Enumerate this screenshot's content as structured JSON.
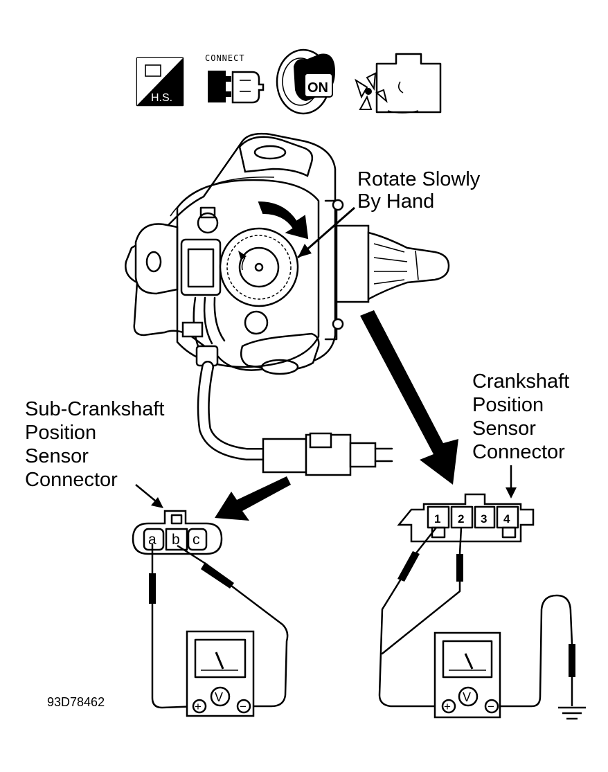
{
  "icons": {
    "hs_label": "H.S.",
    "connect_label": "CONNECT",
    "on_label": "ON"
  },
  "callouts": {
    "rotate_line1": "Rotate Slowly",
    "rotate_line2": "By Hand",
    "crank_line1": "Crankshaft",
    "crank_line2": "Position",
    "crank_line3": "Sensor",
    "crank_line4": "Connector",
    "sub_line1": "Sub-Crankshaft",
    "sub_line2": "Position",
    "sub_line3": "Sensor",
    "sub_line4": "Connector"
  },
  "sub_connector_pins": [
    "a",
    "b",
    "c"
  ],
  "crank_connector_pins": [
    "1",
    "2",
    "3",
    "4"
  ],
  "meter": {
    "plus": "+",
    "volt": "V",
    "minus": "−"
  },
  "figure_code": "93D78462"
}
